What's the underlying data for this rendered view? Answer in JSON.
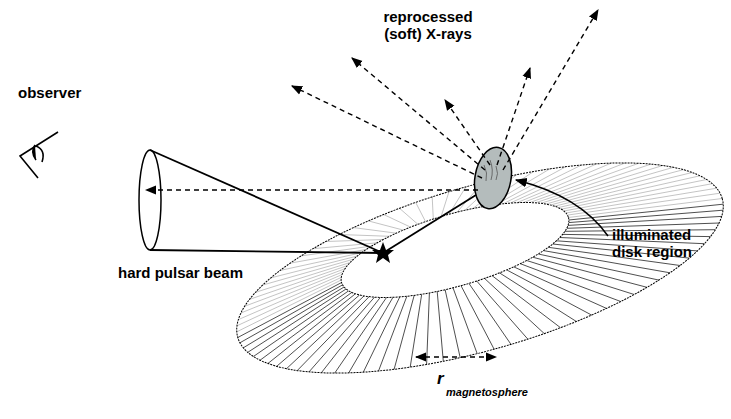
{
  "diagram": {
    "labels": [
      "reprocessed (soft) X-rays",
      "observer",
      "hard pulsar beam",
      "illuminated disk region",
      "r",
      "magnetosphere"
    ]
  }
}
